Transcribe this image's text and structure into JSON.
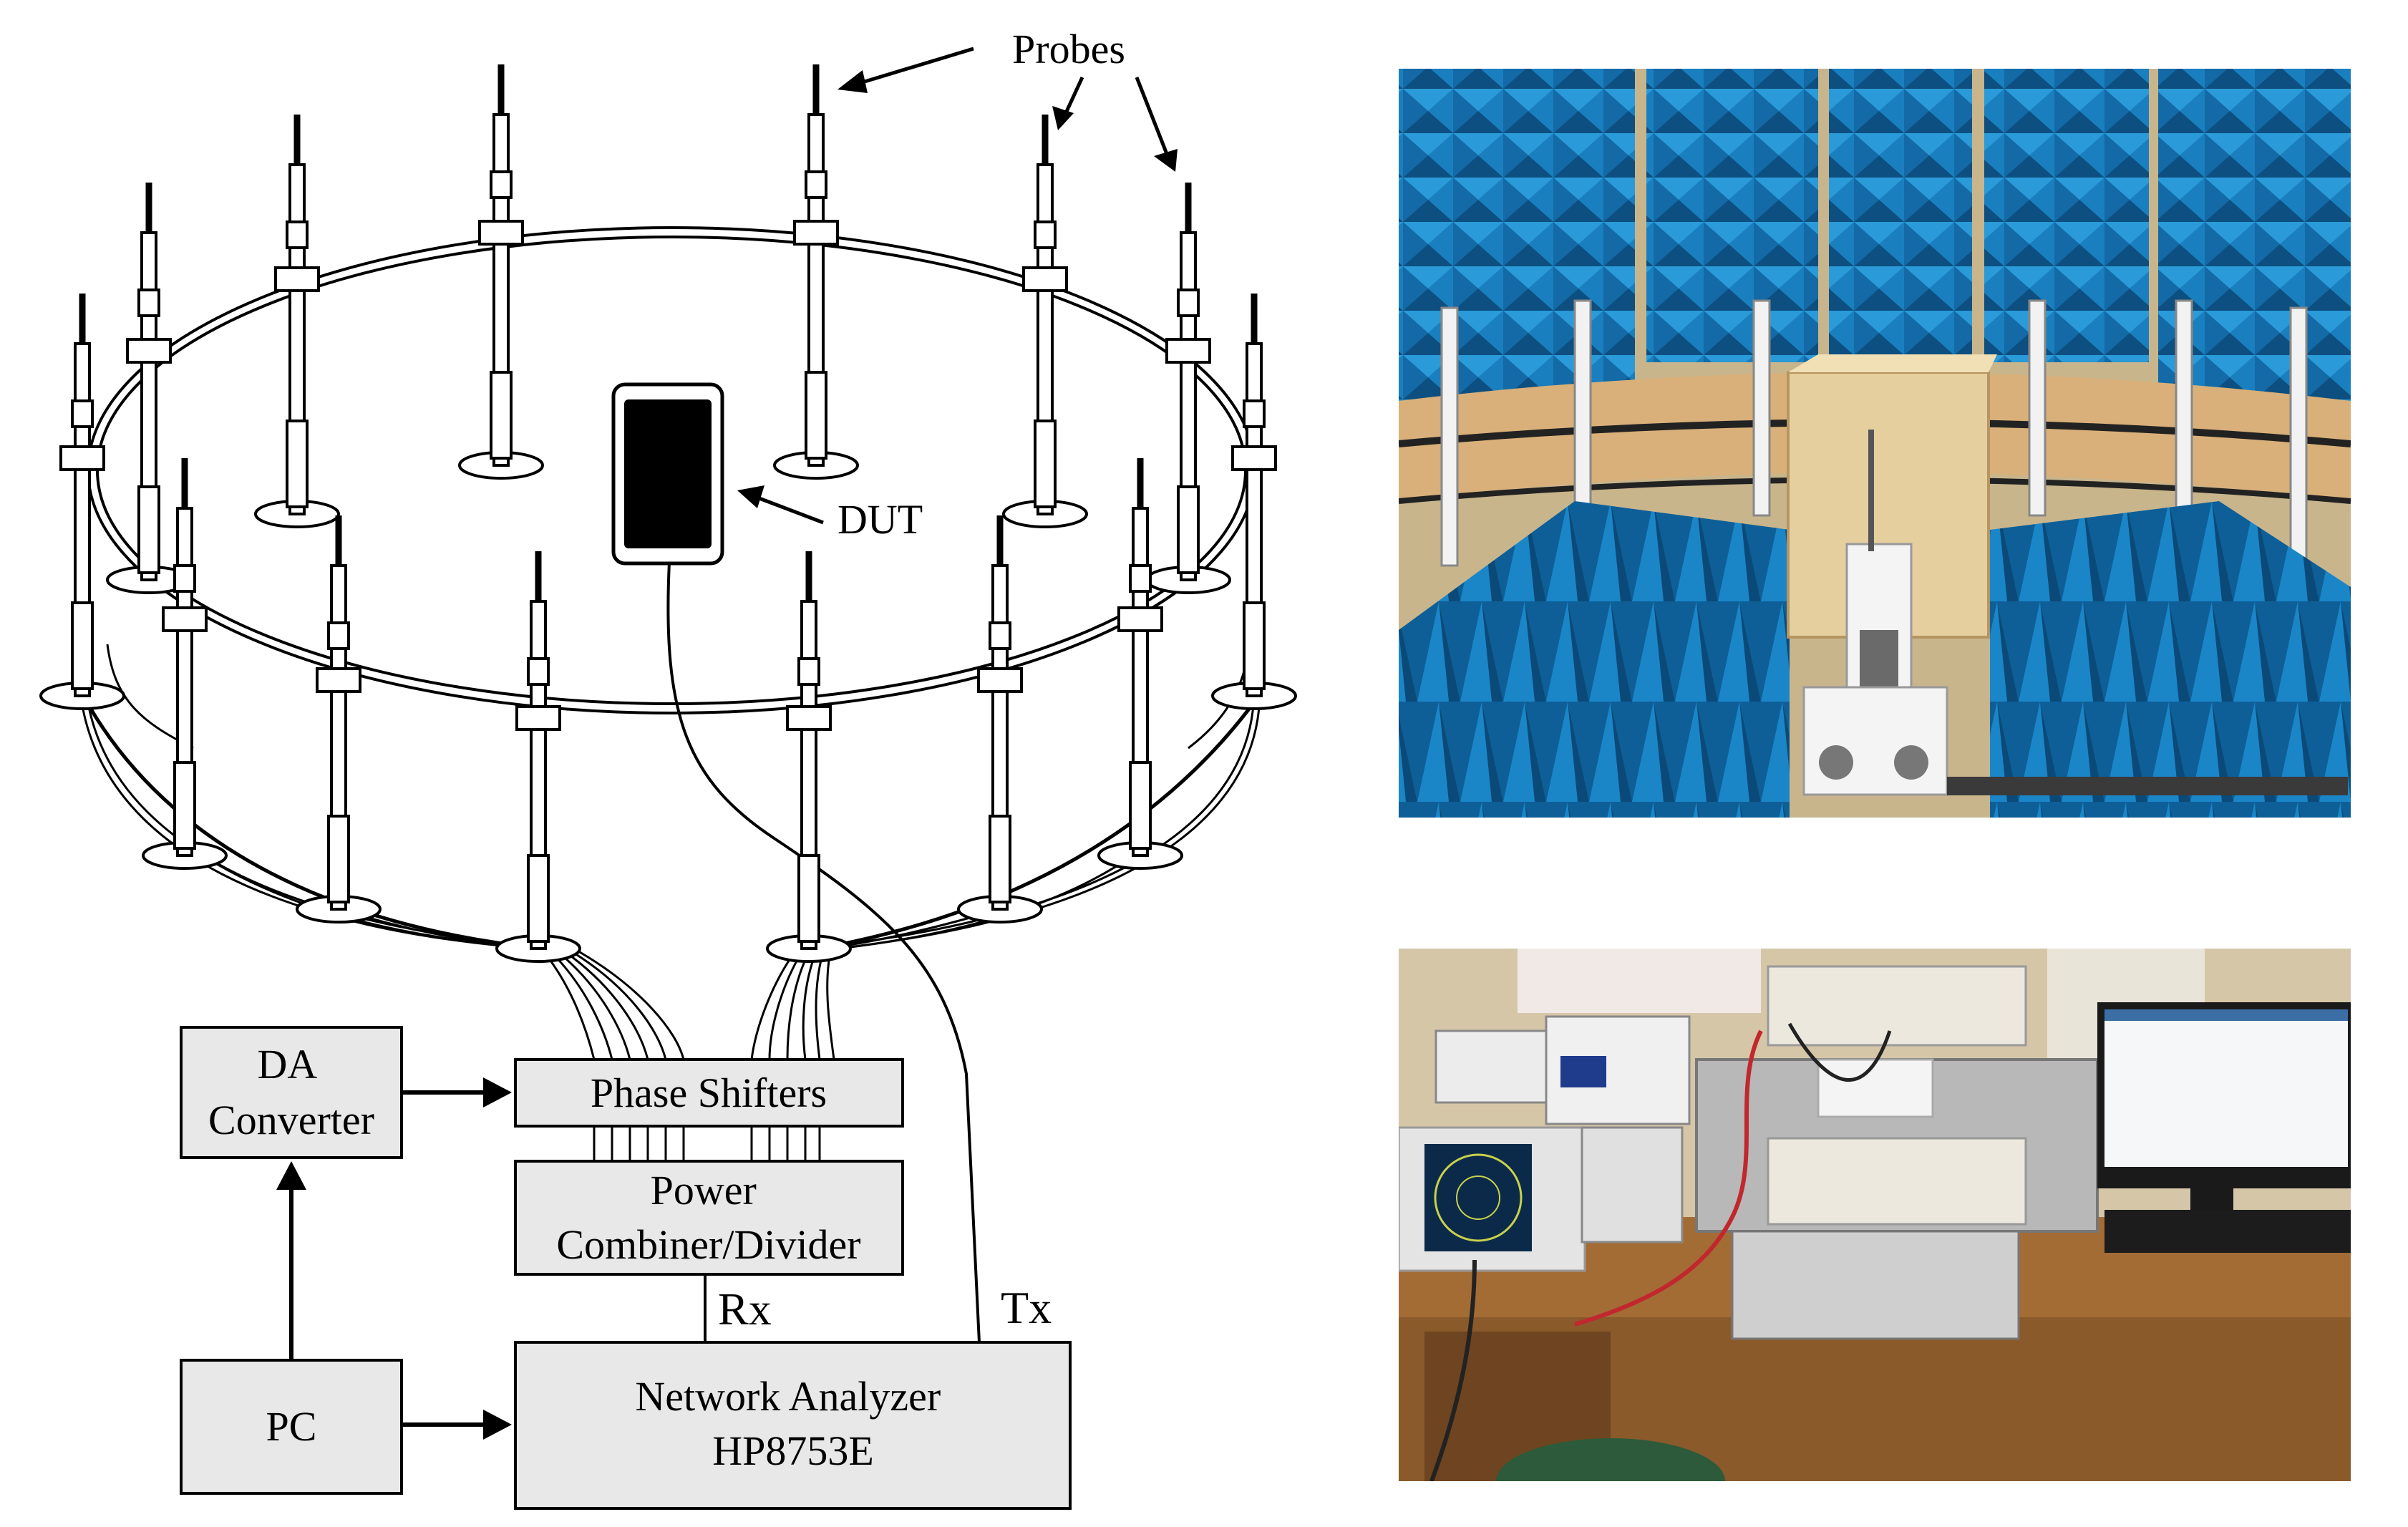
{
  "labels": {
    "probes": "Probes",
    "dut": "DUT",
    "rx": "Rx",
    "tx": "Tx"
  },
  "blocks": {
    "da_converter": [
      "DA",
      "Converter"
    ],
    "phase_shifters": "Phase Shifters",
    "power_combiner": [
      "Power",
      "Combiner/Divider"
    ],
    "pc": "PC",
    "network_analyzer": [
      "Network Analyzer",
      "HP8753E"
    ]
  },
  "colors": {
    "block_fill": "#e8e8e8",
    "ink": "#000000",
    "absorber_blue": "#1a7fbf",
    "absorber_dark": "#0c4f80",
    "wood": "#d9b079",
    "wall": "#d6c6a8",
    "desk": "#9a6633"
  },
  "photos": {
    "top": "anechoic-chamber-photo",
    "bottom": "measurement-equipment-photo"
  }
}
